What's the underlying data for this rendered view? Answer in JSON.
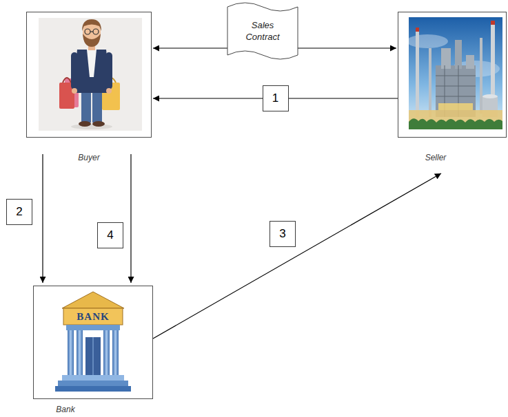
{
  "diagram": {
    "nodes": [
      {
        "text": [
          "Buyer"
        ]
      },
      {
        "text": [
          "Sales Contract"
        ]
      },
      {
        "text": [
          "Seller"
        ]
      },
      {
        "text": [
          "Bank"
        ]
      }
    ],
    "edges": [
      {
        "from": 1,
        "to": 0,
        "arrow": "to"
      },
      {
        "from": 1,
        "to": 2,
        "arrow": "to"
      },
      {
        "from": 2,
        "to": 0,
        "label": "1",
        "arrow": "to"
      },
      {
        "from": 0,
        "to": 3,
        "label": "2",
        "arrow": "to"
      },
      {
        "from": 0,
        "to": 3,
        "label": "4",
        "arrow": "to"
      },
      {
        "from": 3,
        "to": 2,
        "label": "3",
        "arrow": "to"
      }
    ],
    "labels": [
      "BANK"
    ]
  }
}
